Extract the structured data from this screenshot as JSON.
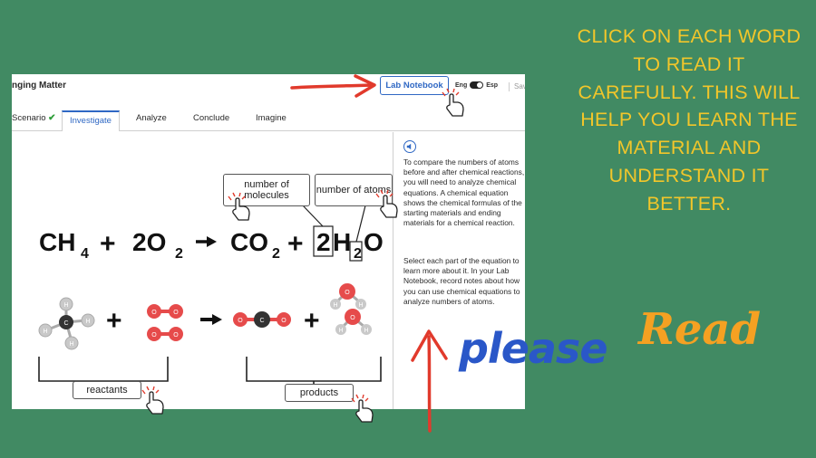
{
  "app": {
    "title": "nging Matter",
    "notebook_button": "Lab Notebook",
    "lang_eng": "Eng",
    "lang_esp": "Esp",
    "save": "Sav"
  },
  "tabs": [
    {
      "label": "Scenario",
      "done": true
    },
    {
      "label": "Investigate",
      "active": true
    },
    {
      "label": "Analyze"
    },
    {
      "label": "Conclude"
    },
    {
      "label": "Imagine"
    }
  ],
  "equation": {
    "ch": "CH",
    "ch_sub": "4",
    "plus1": "+",
    "o2_coef": "2O",
    "o2_sub": "2",
    "co": "CO",
    "co_sub": "2",
    "plus2": "+",
    "h2o_coef": "2",
    "h2o_h": "H",
    "h2o_sub": "2",
    "h2o_o": "O"
  },
  "labels": {
    "molecules": "number of molecules",
    "atoms": "number of atoms",
    "reactants": "reactants",
    "products": "products"
  },
  "atom_letters": {
    "carbon": "C",
    "hydrogen": "H",
    "oxygen": "O"
  },
  "side_panel": {
    "p1": "To compare the numbers of atoms before and after chemical reactions, you will need to analyze chemical equations. A chemical equation shows the chemical formulas of the starting materials and ending materials for a chemical reaction.",
    "p2": "Select each part of the equation to learn more about it. In your Lab Notebook, record notes about how you can use chemical equations to analyze numbers of atoms."
  },
  "overlay": {
    "instruction": "CLICK ON EACH WORD TO READ IT CAREFULLY. THIS WILL HELP YOU LEARN THE MATERIAL AND UNDERSTAND IT BETTER.",
    "please": "please",
    "read": "Read"
  },
  "colors": {
    "background": "#418a63",
    "accent_blue": "#2f68c4",
    "overlay_yellow": "#f2c62a",
    "please_blue": "#2a57c8",
    "read_orange": "#f5a122",
    "arrow_red": "#e13a2c",
    "oxygen_red": "#e64b4b",
    "hydrogen_gray": "#c9c9c9",
    "carbon_dark": "#333333"
  }
}
